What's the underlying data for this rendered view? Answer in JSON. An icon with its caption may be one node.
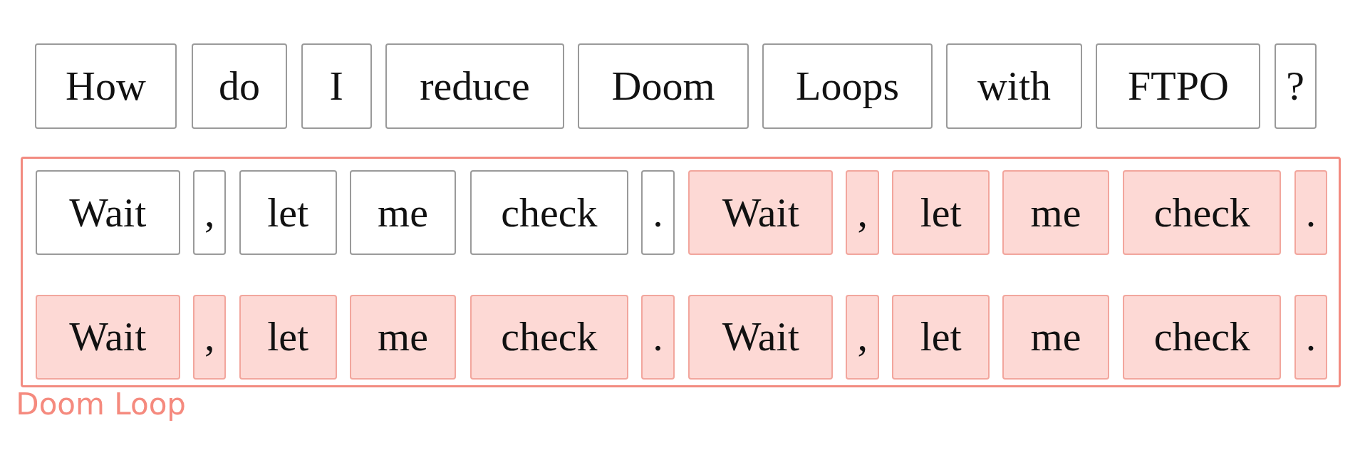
{
  "diagram": {
    "nodes": [
      {
        "text": [
          "How"
        ]
      },
      {
        "text": [
          "do"
        ]
      },
      {
        "text": [
          "I"
        ]
      },
      {
        "text": [
          "reduce"
        ]
      },
      {
        "text": [
          "Doom"
        ]
      },
      {
        "text": [
          "Loops"
        ]
      },
      {
        "text": [
          "with"
        ]
      },
      {
        "text": [
          "FTPO"
        ]
      },
      {
        "text": [
          "?"
        ]
      },
      {
        "text": [
          "Doom Loop"
        ]
      },
      {
        "text": [
          "Wait"
        ],
        "in": 9
      },
      {
        "text": [
          ","
        ],
        "in": 9
      },
      {
        "text": [
          "let"
        ],
        "in": 9
      },
      {
        "text": [
          "me"
        ],
        "in": 9
      },
      {
        "text": [
          "check"
        ],
        "in": 9
      },
      {
        "text": [
          "."
        ],
        "in": 9
      },
      {
        "text": [
          "Wait"
        ],
        "in": 9
      },
      {
        "text": [
          ","
        ],
        "in": 9
      },
      {
        "text": [
          "let"
        ],
        "in": 9
      },
      {
        "text": [
          "me"
        ],
        "in": 9
      },
      {
        "text": [
          "check"
        ],
        "in": 9
      },
      {
        "text": [
          "."
        ],
        "in": 9
      },
      {
        "text": [
          "Wait"
        ],
        "in": 9
      },
      {
        "text": [
          ","
        ],
        "in": 9
      },
      {
        "text": [
          "let"
        ],
        "in": 9
      },
      {
        "text": [
          "me"
        ],
        "in": 9
      },
      {
        "text": [
          "check"
        ],
        "in": 9
      },
      {
        "text": [
          "."
        ],
        "in": 9
      },
      {
        "text": [
          "Wait"
        ],
        "in": 9
      },
      {
        "text": [
          ","
        ],
        "in": 9
      },
      {
        "text": [
          "let"
        ],
        "in": 9
      },
      {
        "text": [
          "me"
        ],
        "in": 9
      },
      {
        "text": [
          "check"
        ],
        "in": 9
      },
      {
        "text": [
          "."
        ],
        "in": 9
      }
    ]
  }
}
